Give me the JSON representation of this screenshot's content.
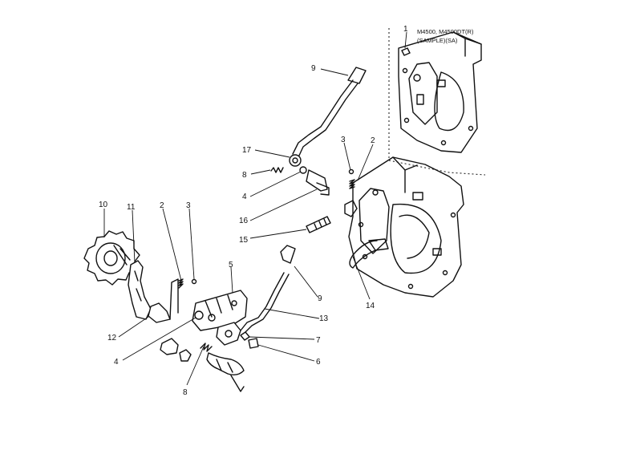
{
  "diagram": {
    "note_line1": "M4500, M4500DT(R)",
    "note_line2": "(SAMPLE)(SA)",
    "callouts": {
      "c1": "1",
      "c9_top": "9",
      "c17": "17",
      "c3_top": "3",
      "c2_top": "2",
      "c8_top": "8",
      "c4_mid": "4",
      "c16": "16",
      "c15": "15",
      "c14": "14",
      "c10": "10",
      "c11": "11",
      "c2_left": "2",
      "c3_left": "3",
      "c5": "5",
      "c9_bottom": "9",
      "c13": "13",
      "c12": "12",
      "c4_bottom": "4",
      "c7": "7",
      "c6": "6",
      "c8_bottom": "8"
    }
  }
}
